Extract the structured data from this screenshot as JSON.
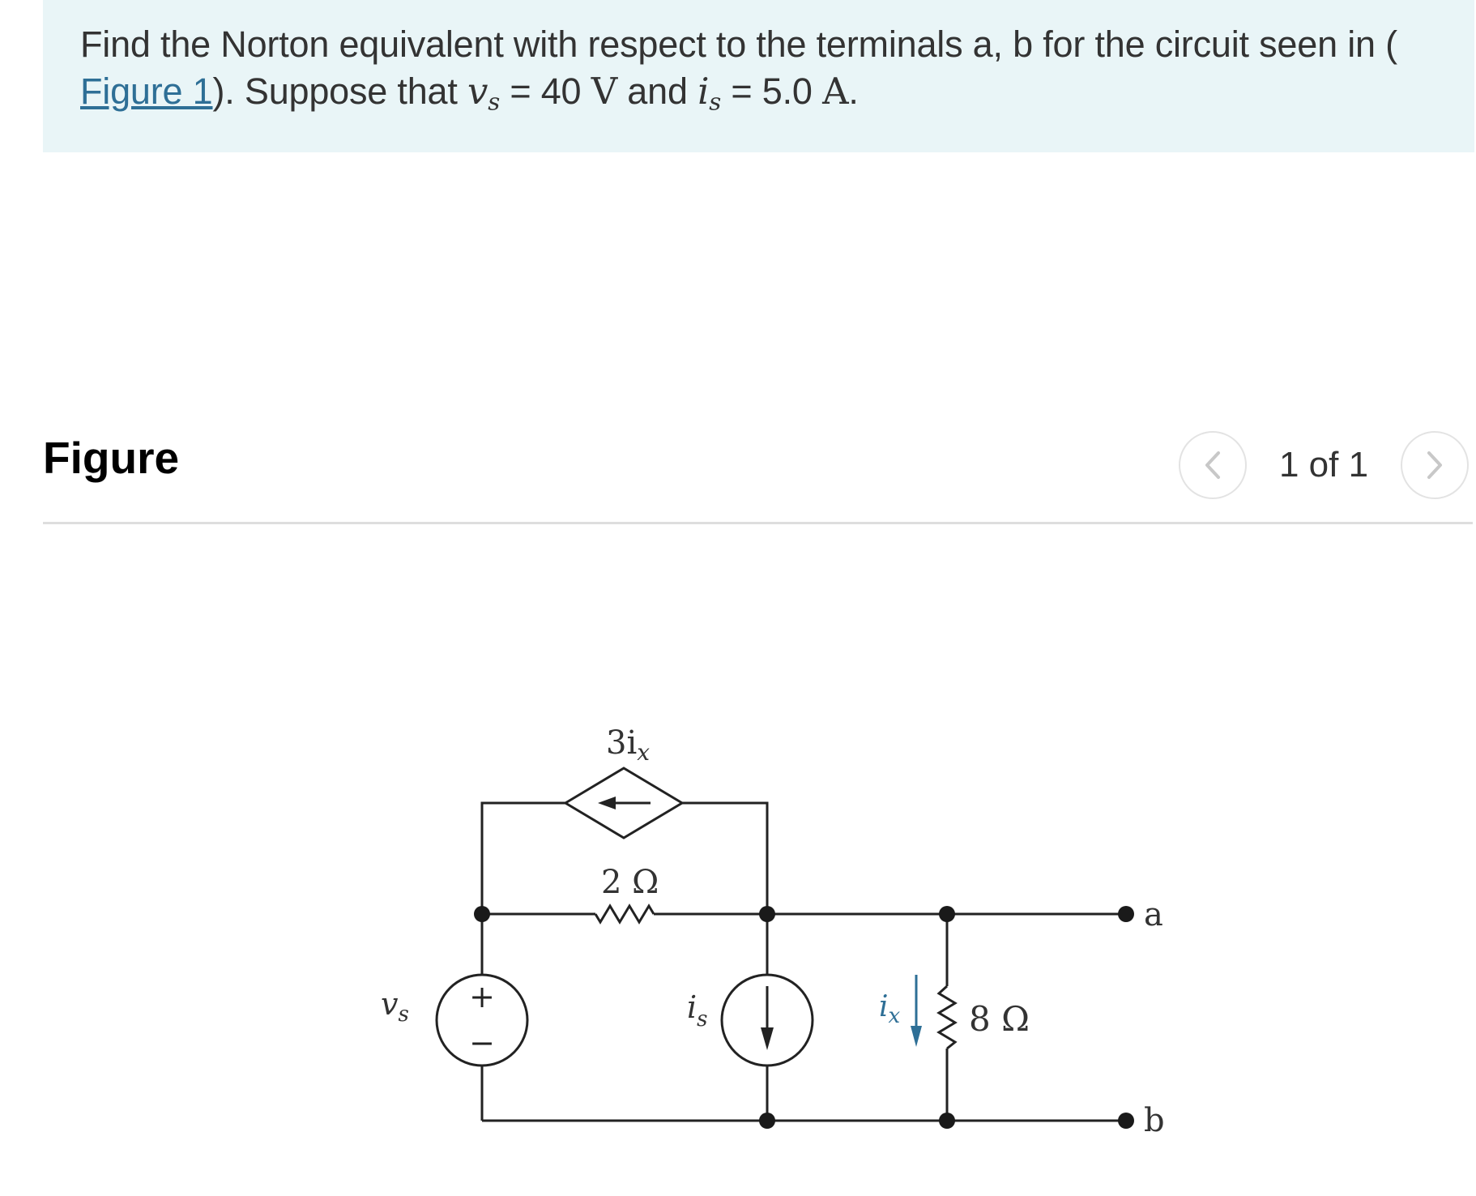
{
  "prompt": {
    "line1": "Find the Norton equivalent with respect to the terminals a, b for the circuit seen in (",
    "link_text": "Figure 1",
    "after_link": "). Suppose that ",
    "vs_symbol": "v",
    "vs_sub": "s",
    "eq1": " = 40 ",
    "unit_v": "V",
    "and": " and ",
    "is_symbol": "i",
    "is_sub": "s",
    "eq2": " = 5.0 ",
    "unit_a": "A",
    "end": "."
  },
  "figure": {
    "title": "Figure",
    "pager": {
      "prev_icon": "chevron-left-icon",
      "count": "1 of 1",
      "next_icon": "chevron-right-icon"
    }
  },
  "circuit": {
    "dependent_source_label": "3i",
    "dependent_source_sub": "x",
    "resistor_top_label": "2 Ω",
    "voltage_source_label": "v",
    "voltage_source_sub": "s",
    "voltage_plus": "+",
    "voltage_minus": "−",
    "current_source_label": "i",
    "current_source_sub": "s",
    "ix_label": "i",
    "ix_sub": "x",
    "resistor_right_label": "8 Ω",
    "terminal_a": "a",
    "terminal_b": "b",
    "ix_color": "#2e6f96"
  }
}
